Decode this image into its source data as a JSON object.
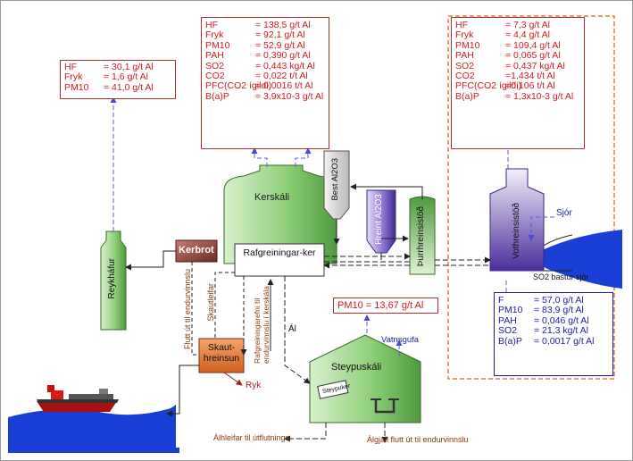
{
  "boxes": {
    "left": {
      "rows": [
        {
          "k": "HF",
          "v": "= 30,1 g/t Al"
        },
        {
          "k": "Fryk",
          "v": "= 1,6 g/t Al"
        },
        {
          "k": "PM10",
          "v": "= 41,0 g/t Al"
        }
      ]
    },
    "middle": {
      "rows": [
        {
          "k": "HF",
          "v": "= 138,5 g/t Al"
        },
        {
          "k": "Fryk",
          "v": "= 92,1 g/t Al"
        },
        {
          "k": "PM10",
          "v": "= 52,9 g/t Al"
        },
        {
          "k": "PAH",
          "v": "= 0,390 g/t Al"
        },
        {
          "k": "SO2",
          "v": "= 0,443 kg/t Al"
        },
        {
          "k": "CO2",
          "v": "= 0,022 t/t Al"
        },
        {
          "k": "PFC(CO2 ígildi)",
          "v": "= 0,0016 t/t Al"
        },
        {
          "k": "B(a)P",
          "v": "= 3,9x10-3 g/t Al"
        }
      ]
    },
    "right": {
      "rows": [
        {
          "k": "HF",
          "v": "= 7,3 g/t Al"
        },
        {
          "k": "Fryk",
          "v": "= 4,4 g/t Al"
        },
        {
          "k": "PM10",
          "v": "= 109,4 g/t Al"
        },
        {
          "k": "PAH",
          "v": "= 0,065 g/t Al"
        },
        {
          "k": "SO2",
          "v": "= 0,437 kg/t Al"
        },
        {
          "k": "CO2",
          "v": "=1,434 t/t Al"
        },
        {
          "k": "PFC(CO2 ígildi)",
          "v": "=0,106 t/t Al"
        },
        {
          "k": "B(a)P",
          "v": "= 1,3x10-3 g/t Al"
        }
      ]
    },
    "sea": {
      "rows": [
        {
          "k": "F",
          "v": "= 57,0 g/t Al"
        },
        {
          "k": "PM10",
          "v": "= 83,9 g/t Al"
        },
        {
          "k": "PAH",
          "v": "= 0,046 g/t Al"
        },
        {
          "k": "SO2",
          "v": "= 21,3 kg/t Al"
        },
        {
          "k": "B(a)P",
          "v": "= 0,0017 g/t Al"
        }
      ]
    },
    "casthouse": "PM10 = 13,67 g/t Al"
  },
  "labels": {
    "kerskali": "Kerskáli",
    "rafgreiningarker": "Rafgreiningar-ker",
    "kerbrot": "Kerbrot",
    "reykhafur": "Reykháfur",
    "bestal": "Best Al2O3",
    "hreintal": "Hreint Al2O3",
    "burrhreinsistod": "Þurrhreinsistöð",
    "vothreinsistod": "Vothreinsistöð",
    "sjor": "Sjór",
    "so2": "SO2 bastur sjór",
    "skaut": "Skaut-hreinsun",
    "ryk": "Ryk",
    "steypuskali": "Steypuskáli",
    "steypuker": "Steypuker",
    "vatnsgufa": "Vatnsgufa",
    "al": "Ál",
    "skautleifar": "Skautleifar",
    "flutt_endurvinnslu": "Flutt út til endurvinnslu",
    "rafgreiningarefni": "Rafgreiningarefni til endurvinnslu í kerskála",
    "alhleifar": "Álhleifar til útflutnings",
    "algjall": "Álgjall flutt út til endurvinnslu"
  },
  "colors": {
    "red": "#d41a1a",
    "blue": "#1c1ca8",
    "green": "#7ec86a",
    "purple": "#7a5ac8",
    "sea": "#1a3fd6",
    "orange": "#e87a3a"
  }
}
